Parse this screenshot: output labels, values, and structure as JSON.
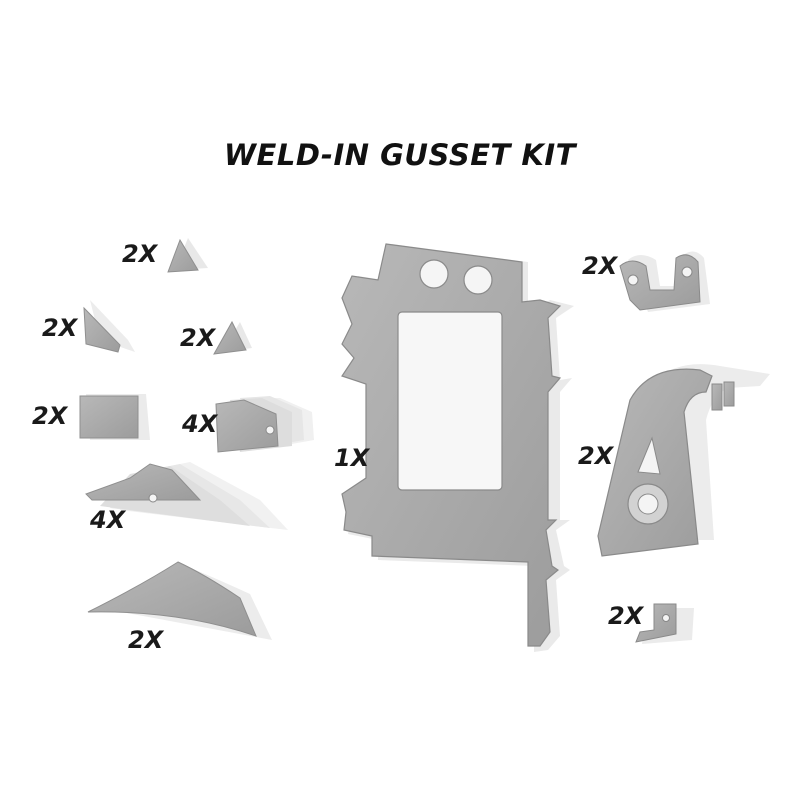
{
  "title": "WELD-IN GUSSET KIT",
  "colors": {
    "part_fill": "#a9a9a9",
    "part_edge": "#d8d8d8",
    "part_shadow": "#e6e6e6",
    "hole": "#f4f4f4",
    "text": "#111111"
  },
  "parts": [
    {
      "id": "small-triangle-top",
      "qty": "2X"
    },
    {
      "id": "side-wedge",
      "qty": "2X"
    },
    {
      "id": "small-triangle-mid",
      "qty": "2X"
    },
    {
      "id": "flat-block",
      "qty": "2X"
    },
    {
      "id": "notched-gusset",
      "qty": "4X"
    },
    {
      "id": "long-wedge-gusset",
      "qty": "4X"
    },
    {
      "id": "large-curved-gusset",
      "qty": "2X"
    },
    {
      "id": "center-frame-plate",
      "qty": "1X"
    },
    {
      "id": "u-bracket",
      "qty": "2X"
    },
    {
      "id": "tall-arched-gusset",
      "qty": "2X"
    },
    {
      "id": "small-l-tab",
      "qty": "2X"
    }
  ]
}
